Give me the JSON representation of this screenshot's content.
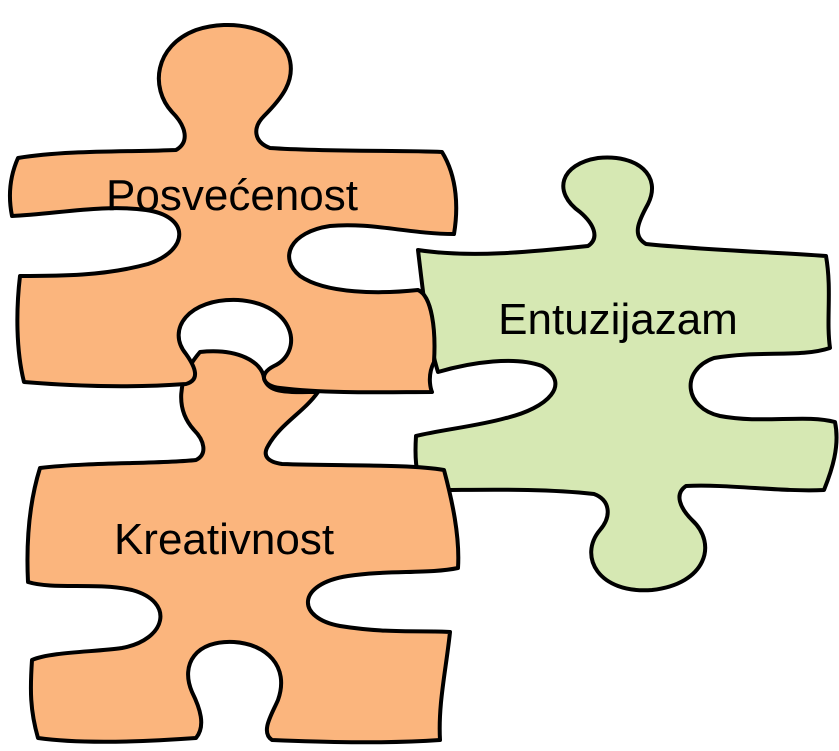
{
  "colors": {
    "orange_fill": "#FBB57D",
    "green_fill": "#D6E8B3",
    "outline": "#000000",
    "background": "#FFFFFF"
  },
  "pieces": {
    "posvecenost": {
      "label": "Posvećenost"
    },
    "kreativnost": {
      "label": "Kreativnost"
    },
    "entuzijazam": {
      "label": "Entuzijazam"
    }
  }
}
